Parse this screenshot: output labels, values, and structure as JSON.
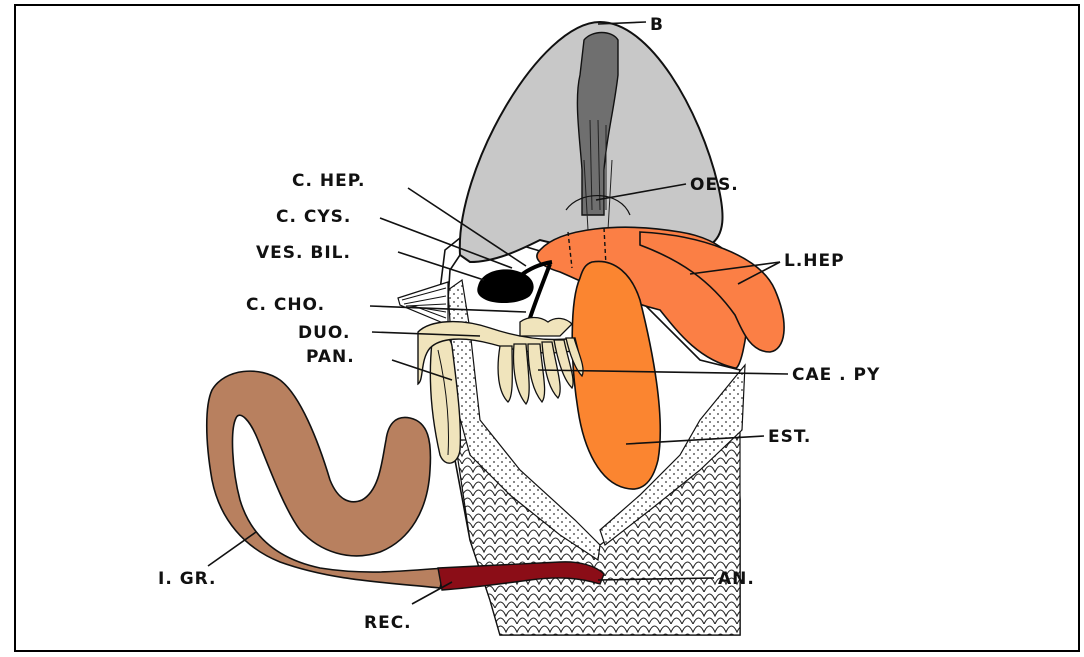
{
  "labels": {
    "b": "B",
    "oes": "OES.",
    "c_hep": "C. HEP.",
    "c_cys": "C. CYS.",
    "ves_bil": "VES. BIL.",
    "l_hep": "L.HEP",
    "c_cho": "C. CHO.",
    "duo": "DUO.",
    "pan": "PAN.",
    "cae_py": "CAE . PY",
    "est": "EST.",
    "i_gr": "I. GR.",
    "an": "AN.",
    "rec": "REC."
  },
  "colors": {
    "head": "#c8c8c8",
    "pharynx": "#6f6f6f",
    "liver": "#fb7f45",
    "stomach": "#fb8530",
    "pancreas": "#f0e4bc",
    "intestine": "#b8805f",
    "rectum": "#8b0d17",
    "gallbladder": "#000000"
  }
}
